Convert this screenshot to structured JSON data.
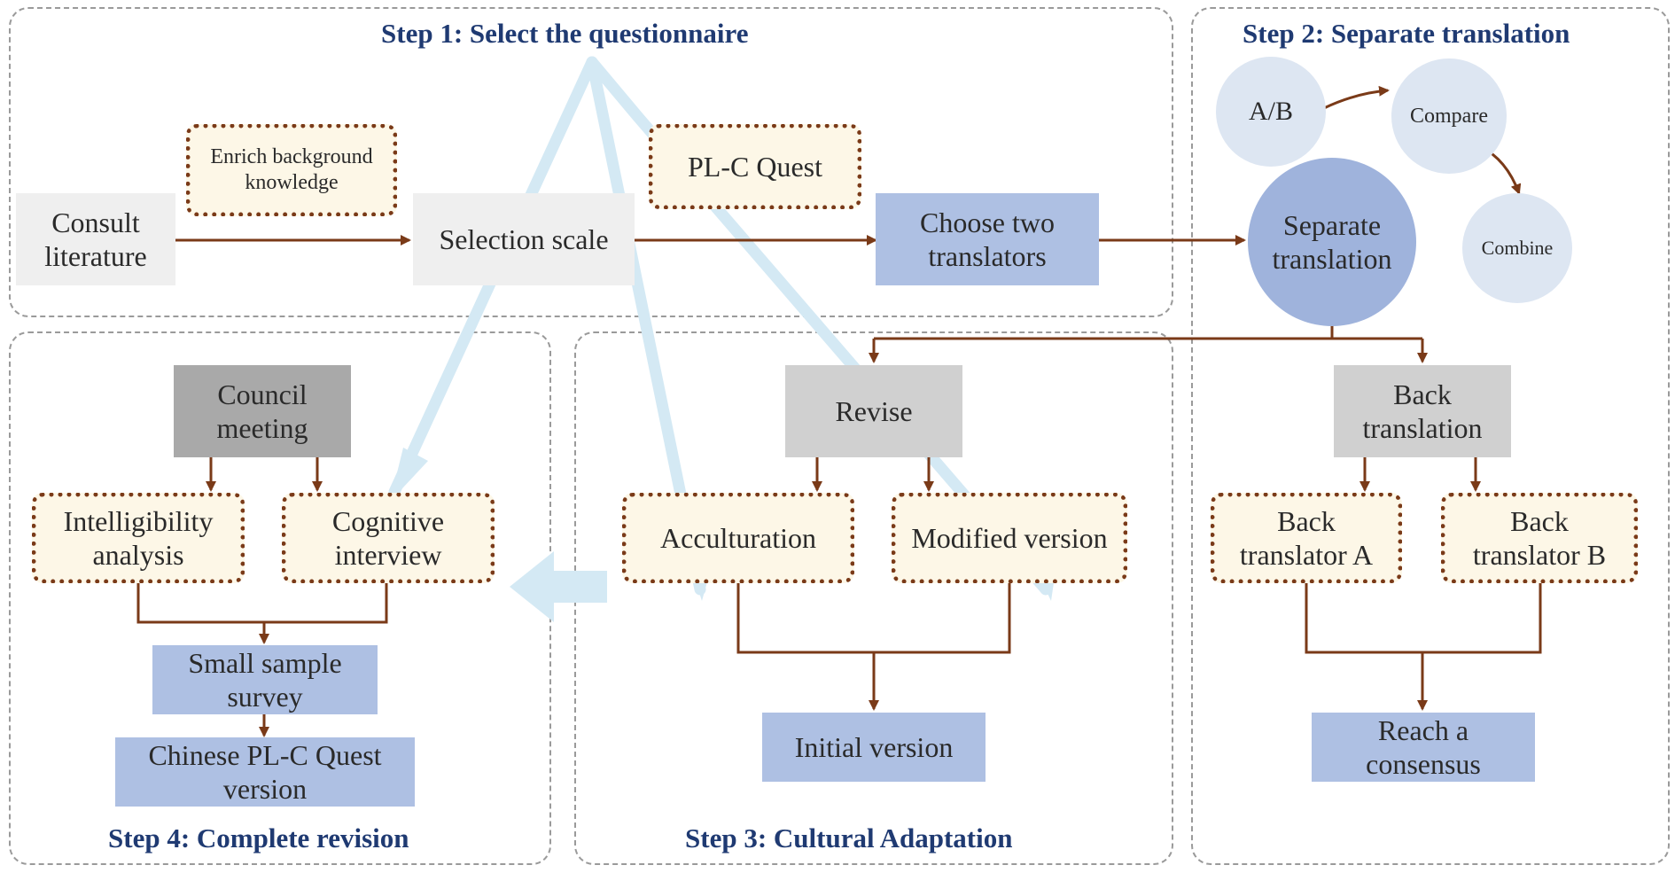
{
  "steps": {
    "step1": "Step 1: Select the questionnaire",
    "step2": "Step 2: Separate translation",
    "step3": "Step 3: Cultural Adaptation",
    "step4": "Step 4: Complete revision"
  },
  "nodes": {
    "consult_literature": "Consult literature",
    "enrich_background": "Enrich background knowledge",
    "selection_scale": "Selection scale",
    "plc_quest": "PL-C Quest",
    "choose_translators": "Choose two translators",
    "ab": "A/B",
    "compare": "Compare",
    "combine": "Combine",
    "separate_translation": "Separate translation",
    "council_meeting": "Council meeting",
    "intelligibility_analysis": "Intelligibility analysis",
    "cognitive_interview": "Cognitive interview",
    "small_sample_survey": "Small sample survey",
    "chinese_version": "Chinese PL-C Quest version",
    "revise": "Revise",
    "acculturation": "Acculturation",
    "modified_version": "Modified version",
    "initial_version": "Initial version",
    "back_translation": "Back translation",
    "back_translator_a": "Back translator A",
    "back_translator_b": "Back translator B",
    "reach_consensus": "Reach a consensus"
  },
  "colors": {
    "arrow": "#7a3a18",
    "title": "#1f3a72",
    "blue_box": "#aec0e3",
    "light_flow_arrow": "#d4e9f4"
  }
}
